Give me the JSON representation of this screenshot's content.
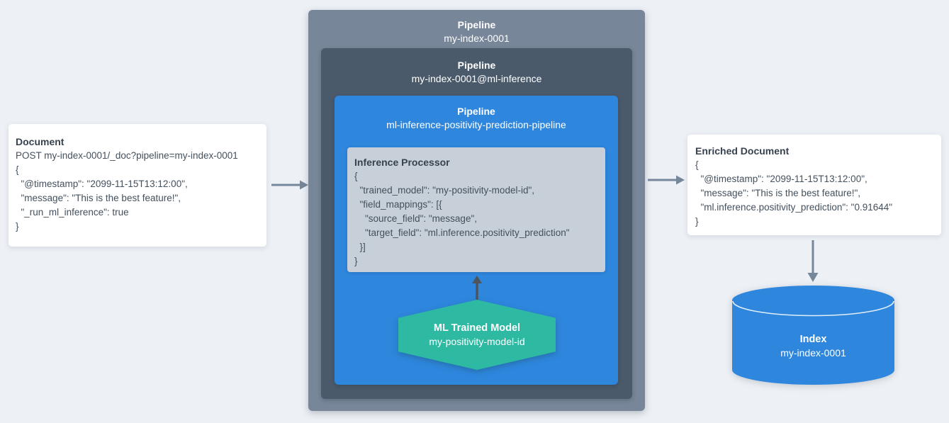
{
  "colors": {
    "background": "#edf1f6",
    "pipeline_outer": "#778699",
    "pipeline_mid": "#4a5a6b",
    "pipeline_inner_blue": "#2e86dd",
    "processor_bg": "#c7cfd8",
    "model_teal": "#2eb9a2",
    "index_blue": "#2e86dd",
    "arrow_gray": "#75879a",
    "arrow_dark": "#4d545b",
    "text_dark": "#3e4c59",
    "text_white": "#ffffff"
  },
  "document_card": {
    "title": "Document",
    "code_lines": [
      "POST my-index-0001/_doc?pipeline=my-index-0001",
      "{",
      "  \"@timestamp\": \"2099-11-15T13:12:00\",",
      "  \"message\": \"This is the best feature!\",",
      "  \"_run_ml_inference\": true",
      "}"
    ]
  },
  "pipelines": {
    "outer": {
      "label": "Pipeline",
      "name": "my-index-0001"
    },
    "mid": {
      "label": "Pipeline",
      "name": "my-index-0001@ml-inference"
    },
    "inner": {
      "label": "Pipeline",
      "name": "ml-inference-positivity-prediction-pipeline"
    }
  },
  "inference_processor": {
    "title": "Inference Processor",
    "code_lines": [
      "{",
      "  \"trained_model\": \"my-positivity-model-id\",",
      "  \"field_mappings\": [{",
      "    \"source_field\": \"message\",",
      "    \"target_field\": \"ml.inference.positivity_prediction\"",
      "  }]",
      "}"
    ]
  },
  "ml_trained_model": {
    "label": "ML Trained Model",
    "name": "my-positivity-model-id"
  },
  "enriched_document": {
    "title": "Enriched Document",
    "code_lines": [
      "{",
      "  \"@timestamp\": \"2099-11-15T13:12:00\",",
      "  \"message\": \"This is the best feature!\",",
      "  \"ml.inference.positivity_prediction\": \"0.91644\"",
      "}"
    ]
  },
  "index": {
    "label": "Index",
    "name": "my-index-0001"
  }
}
